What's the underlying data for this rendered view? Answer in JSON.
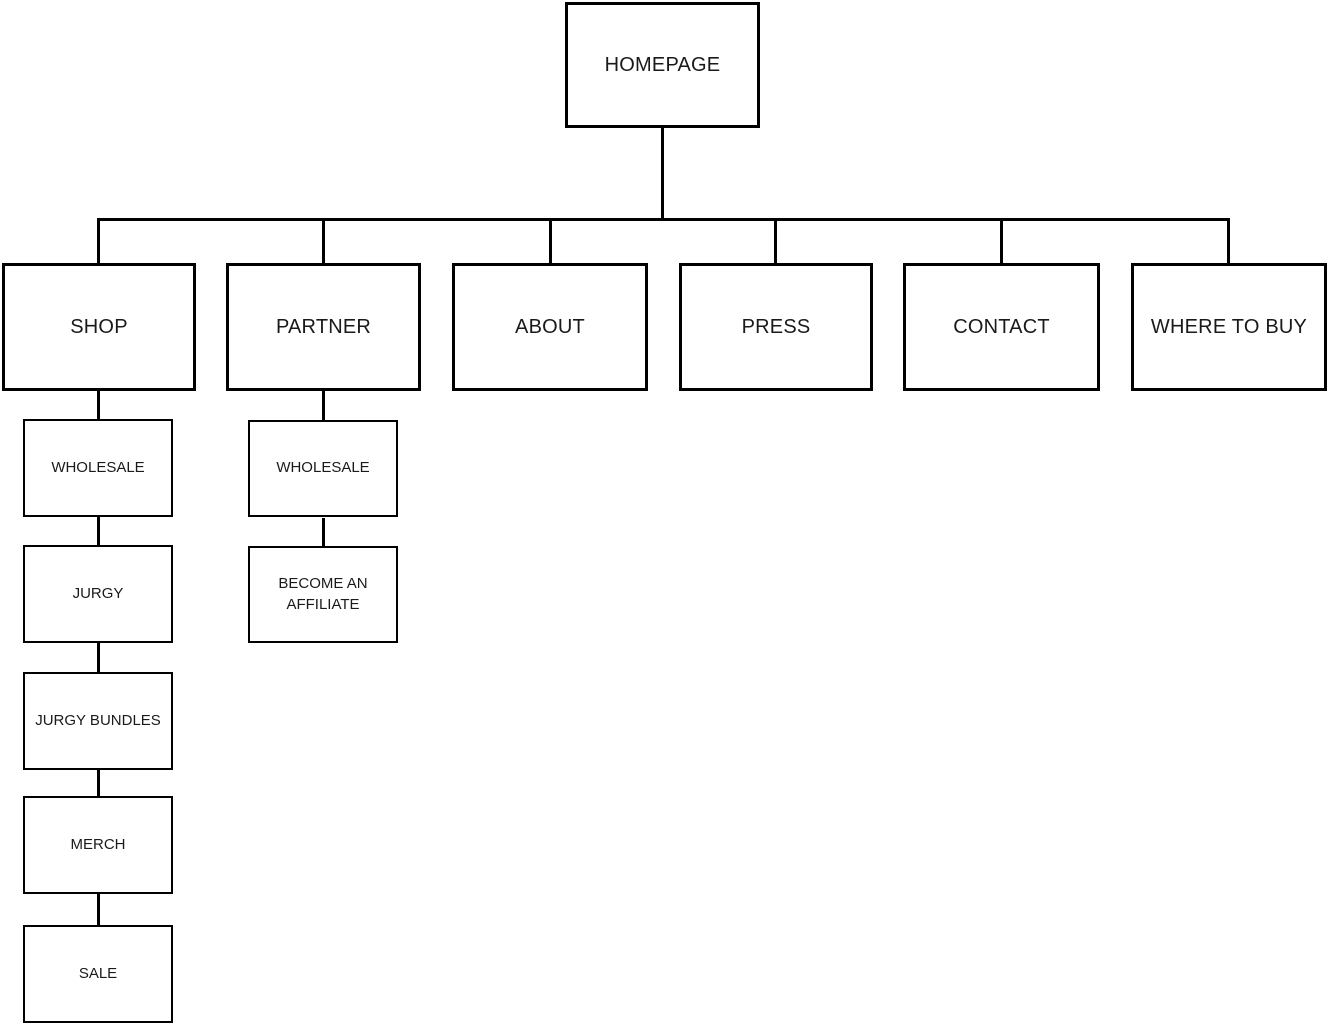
{
  "diagram_type": "sitemap-tree",
  "nodes": {
    "homepage": {
      "label": "HOMEPAGE"
    },
    "level1": [
      {
        "label": "SHOP"
      },
      {
        "label": "PARTNER"
      },
      {
        "label": "ABOUT"
      },
      {
        "label": "PRESS"
      },
      {
        "label": "CONTACT"
      },
      {
        "label": "WHERE TO BUY"
      }
    ],
    "shop_children": [
      {
        "label": "WHOLESALE"
      },
      {
        "label": "JURGY"
      },
      {
        "label": "JURGY BUNDLES"
      },
      {
        "label": "MERCH"
      },
      {
        "label": "SALE"
      }
    ],
    "partner_children": [
      {
        "label": "WHOLESALE"
      },
      {
        "label": "BECOME AN AFFILIATE"
      }
    ]
  },
  "edges": [
    {
      "from": "HOMEPAGE",
      "to": "SHOP"
    },
    {
      "from": "HOMEPAGE",
      "to": "PARTNER"
    },
    {
      "from": "HOMEPAGE",
      "to": "ABOUT"
    },
    {
      "from": "HOMEPAGE",
      "to": "PRESS"
    },
    {
      "from": "HOMEPAGE",
      "to": "CONTACT"
    },
    {
      "from": "HOMEPAGE",
      "to": "WHERE TO BUY"
    },
    {
      "from": "SHOP",
      "to": "WHOLESALE"
    },
    {
      "from": "WHOLESALE",
      "to": "JURGY"
    },
    {
      "from": "JURGY",
      "to": "JURGY BUNDLES"
    },
    {
      "from": "JURGY BUNDLES",
      "to": "MERCH"
    },
    {
      "from": "MERCH",
      "to": "SALE"
    },
    {
      "from": "PARTNER",
      "to": "WHOLESALE"
    },
    {
      "from": "WHOLESALE",
      "to": "BECOME AN AFFILIATE"
    }
  ],
  "colors": {
    "line": "#000000",
    "border": "#000000",
    "background": "#ffffff",
    "text": "#1a1a1a"
  }
}
